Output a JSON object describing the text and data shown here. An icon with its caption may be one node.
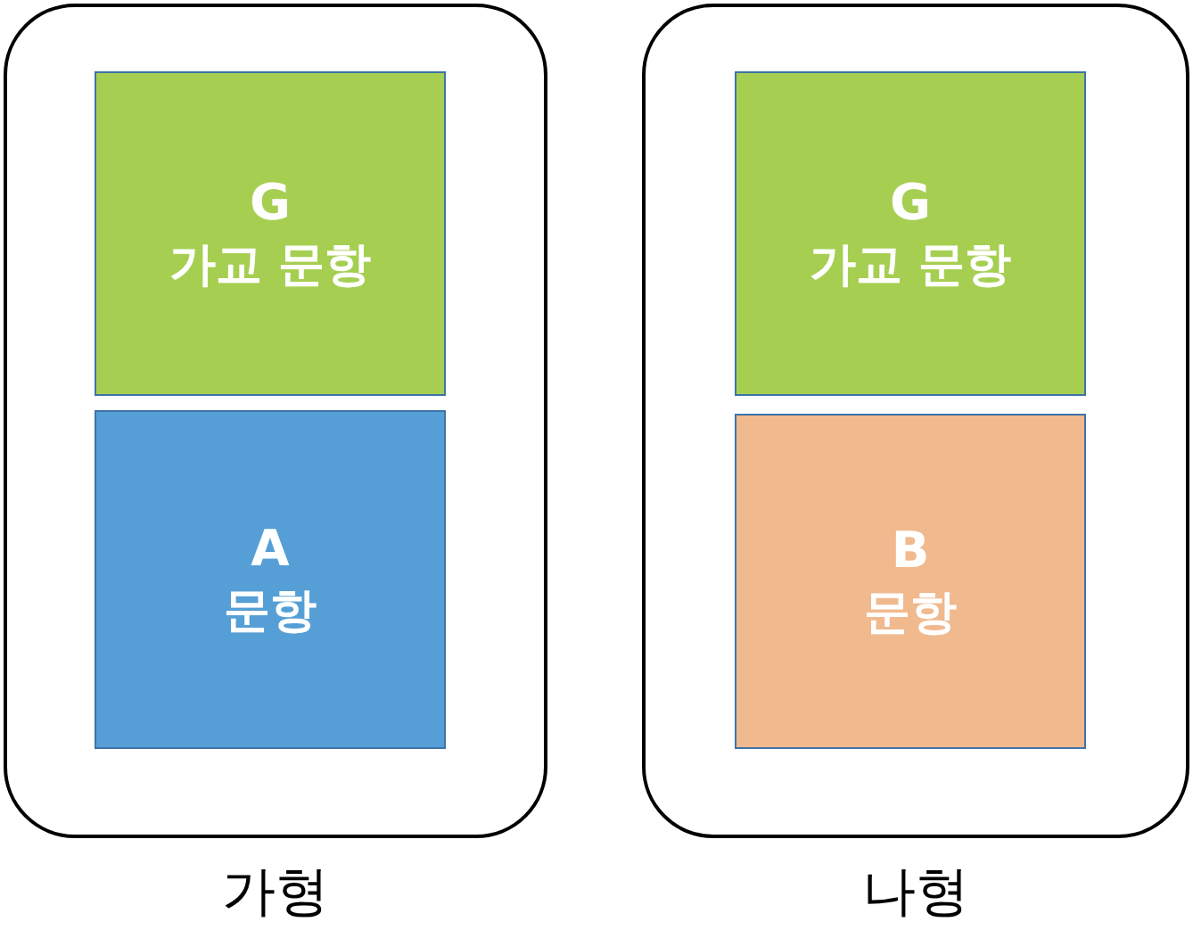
{
  "diagram": {
    "nodes": [
      {
        "text": [
          "가형"
        ]
      },
      {
        "text": [
          "G",
          "가교 문항"
        ],
        "in": 0
      },
      {
        "text": [
          "A",
          "문항"
        ],
        "in": 0
      },
      {
        "text": [
          "나형"
        ]
      },
      {
        "text": [
          "G",
          "가교 문항"
        ],
        "in": 3
      },
      {
        "text": [
          "B",
          "문항"
        ],
        "in": 3
      }
    ]
  }
}
